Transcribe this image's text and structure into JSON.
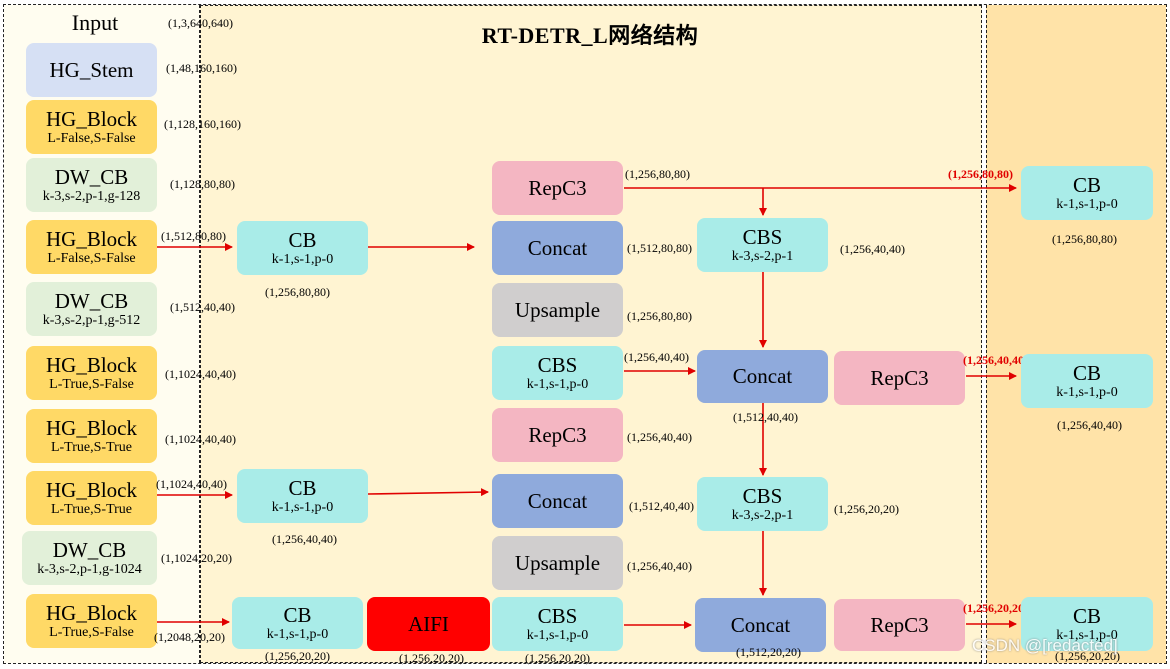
{
  "title": "RT-DETR_L网络结构",
  "input_label": "Input",
  "colors": {
    "hg_stem": "#d6e0f4",
    "hg_block": "#ffd966",
    "dw_cb": "#e2f0d9",
    "cb": "#a9ece8",
    "repc3": "#f4b6c2",
    "concat": "#8faadc",
    "upsample": "#d0cece",
    "aifi": "#ff0000",
    "arrow": "#e00000"
  },
  "backbone": [
    {
      "id": "hg-stem",
      "name": "HG_Stem",
      "sub": "",
      "dim": "(1,48,160,160)"
    },
    {
      "id": "hg-block-1",
      "name": "HG_Block",
      "sub": "L-False,S-False",
      "dim": "(1,128,160,160)"
    },
    {
      "id": "dw-cb-1",
      "name": "DW_CB",
      "sub": "k-3,s-2,p-1,g-128",
      "dim": "(1,128,80,80)"
    },
    {
      "id": "hg-block-2",
      "name": "HG_Block",
      "sub": "L-False,S-False",
      "dim": "(1,512,80,80)"
    },
    {
      "id": "dw-cb-2",
      "name": "DW_CB",
      "sub": "k-3,s-2,p-1,g-512",
      "dim": "(1,512,40,40)"
    },
    {
      "id": "hg-block-3",
      "name": "HG_Block",
      "sub": "L-True,S-False",
      "dim": "(1,1024,40,40)"
    },
    {
      "id": "hg-block-4",
      "name": "HG_Block",
      "sub": "L-True,S-True",
      "dim": "(1,1024,40,40)"
    },
    {
      "id": "hg-block-5",
      "name": "HG_Block",
      "sub": "L-True,S-True",
      "dim": "(1,1024,40,40)"
    },
    {
      "id": "dw-cb-3",
      "name": "DW_CB",
      "sub": "k-3,s-2,p-1,g-1024",
      "dim": "(1,1024,20,20)"
    },
    {
      "id": "hg-block-6",
      "name": "HG_Block",
      "sub": "L-True,S-False",
      "dim": "(1,2048,20,20)"
    }
  ],
  "input_dim": "(1,3,640,640)",
  "neck": [
    {
      "id": "cb-lat-1",
      "type": "cb",
      "name": "CB",
      "sub": "k-1,s-1,p-0",
      "dim": "(1,256,80,80)"
    },
    {
      "id": "cb-lat-2",
      "type": "cb",
      "name": "CB",
      "sub": "k-1,s-1,p-0",
      "dim": "(1,256,40,40)"
    },
    {
      "id": "cb-lat-3",
      "type": "cb",
      "name": "CB",
      "sub": "k-1,s-1,p-0",
      "dim": "(1,256,20,20)"
    },
    {
      "id": "aifi",
      "type": "aifi",
      "name": "AIFI",
      "sub": "",
      "dim": "(1,256,20,20)"
    },
    {
      "id": "repc3-1",
      "type": "repc3",
      "name": "RepC3",
      "sub": "",
      "dim": "(1,256,80,80)"
    },
    {
      "id": "concat-1",
      "type": "concat",
      "name": "Concat",
      "sub": "",
      "dim": "(1,512,80,80)"
    },
    {
      "id": "upsample-1",
      "type": "upsample",
      "name": "Upsample",
      "sub": "",
      "dim": "(1,256,80,80)"
    },
    {
      "id": "cbs-1",
      "type": "cb",
      "name": "CBS",
      "sub": "k-1,s-1,p-0",
      "dim": "(1,256,40,40)"
    },
    {
      "id": "repc3-2",
      "type": "repc3",
      "name": "RepC3",
      "sub": "",
      "dim": "(1,256,40,40)"
    },
    {
      "id": "concat-2",
      "type": "concat",
      "name": "Concat",
      "sub": "",
      "dim": "(1,512,40,40)"
    },
    {
      "id": "upsample-2",
      "type": "upsample",
      "name": "Upsample",
      "sub": "",
      "dim": "(1,256,40,40)"
    },
    {
      "id": "cbs-2",
      "type": "cb",
      "name": "CBS",
      "sub": "k-1,s-1,p-0",
      "dim": "(1,256,20,20)"
    },
    {
      "id": "cbs-down-1",
      "type": "cb",
      "name": "CBS",
      "sub": "k-3,s-2,p-1",
      "dim": "(1,256,40,40)"
    },
    {
      "id": "concat-3",
      "type": "concat",
      "name": "Concat",
      "sub": "",
      "dim": "(1,512,40,40)"
    },
    {
      "id": "repc3-3",
      "type": "repc3",
      "name": "RepC3",
      "sub": "",
      "dim": "(1,256,40,40)"
    },
    {
      "id": "cbs-down-2",
      "type": "cb",
      "name": "CBS",
      "sub": "k-3,s-2,p-1",
      "dim": "(1,256,20,20)"
    },
    {
      "id": "concat-4",
      "type": "concat",
      "name": "Concat",
      "sub": "",
      "dim": "(1,512,20,20)"
    },
    {
      "id": "repc3-4",
      "type": "repc3",
      "name": "RepC3",
      "sub": "",
      "dim": "(1,256,20,20)"
    }
  ],
  "head": [
    {
      "id": "cb-out-1",
      "name": "CB",
      "sub": "k-1,s-1,p-0",
      "in_dim": "(1,256,80,80)",
      "dim": "(1,256,80,80)"
    },
    {
      "id": "cb-out-2",
      "name": "CB",
      "sub": "k-1,s-1,p-0",
      "in_dim": "(1,256,40,40)",
      "dim": "(1,256,40,40)"
    },
    {
      "id": "cb-out-3",
      "name": "CB",
      "sub": "k-1,s-1,p-0",
      "in_dim": "(1,256,20,20)",
      "dim": "(1,256,20,20)"
    }
  ],
  "watermark": "CSDN @[redacted]"
}
